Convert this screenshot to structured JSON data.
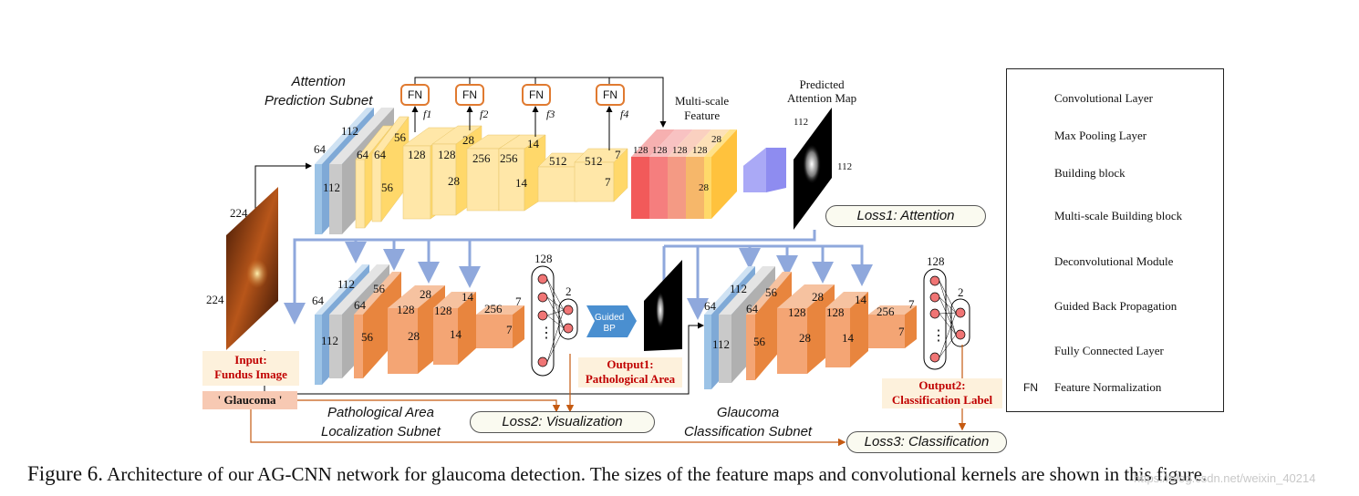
{
  "subnets": {
    "attention": "Attention\nPrediction Subnet",
    "localization": "Pathological Area\nLocalization Subnet",
    "classification": "Glaucoma\nClassification Subnet"
  },
  "fn_label": "FN",
  "features": [
    "f1",
    "f2",
    "f3",
    "f4"
  ],
  "multiscale_label": "Multi-scale\nFeature",
  "predicted_map_label": "Predicted\nAttention Map",
  "attention_dims": [
    "64",
    "112",
    "112",
    "64",
    "64",
    "56",
    "56",
    "128",
    "128",
    "28",
    "28",
    "256",
    "256",
    "14",
    "14",
    "512",
    "512",
    "7",
    "7"
  ],
  "multiscale_dims": [
    "128",
    "128",
    "128",
    "128",
    "28",
    "28"
  ],
  "map_dims": [
    "112",
    "112"
  ],
  "input_dims": [
    "224",
    "224"
  ],
  "localization_dims": [
    "64",
    "112",
    "112",
    "64",
    "56",
    "56",
    "128",
    "28",
    "28",
    "128",
    "14",
    "14",
    "256",
    "7",
    "7"
  ],
  "classification_dims": [
    "64",
    "112",
    "112",
    "64",
    "56",
    "56",
    "128",
    "28",
    "28",
    "128",
    "14",
    "14",
    "256",
    "7",
    "7"
  ],
  "fc": {
    "top": "128",
    "out": "2",
    "dots": "⋮"
  },
  "guided_bp": "Guided\nBP",
  "losses": {
    "attention": "Loss1: Attention",
    "visualization": "Loss2: Visualization",
    "classification": "Loss3: Classification"
  },
  "input_label": "Input:\nFundus Image",
  "glaucoma_tag": "' Glaucoma '",
  "output1": "Output1:\nPathological Area",
  "output2": "Output2:\nClassification Label",
  "legend": [
    {
      "icon": "conv-layer-icon",
      "label": "Convolutional Layer"
    },
    {
      "icon": "max-pooling-icon",
      "label": "Max Pooling Layer"
    },
    {
      "icon": "building-block-icon",
      "label": "Building block"
    },
    {
      "icon": "multiscale-block-icon",
      "label": "Multi-scale Building block"
    },
    {
      "icon": "deconv-module-icon",
      "label": "Deconvolutional Module"
    },
    {
      "icon": "guided-bp-icon",
      "label": "Guided Back Propagation"
    },
    {
      "icon": "fc-layer-icon",
      "label": "Fully Connected Layer"
    },
    {
      "icon": "fn-icon",
      "label": "Feature Normalization"
    }
  ],
  "caption": {
    "figure": "Figure 6.",
    "text": " Architecture of our AG-CNN network for glaucoma detection. The sizes of the feature maps and convolutional kernels are shown in this figure."
  },
  "watermark": "https://blog.csdn.net/weixin_40214",
  "colors": {
    "conv": "#9cc3e6",
    "pool": "#c9c9c9",
    "block": "#ffe08a",
    "msblock": "#f0a070",
    "deconv": "#8e8cf0",
    "arrow_blue": "#8fa8dc",
    "arrow_brown": "#c55a11",
    "fn_border": "#e07a30",
    "red": "#c00000"
  }
}
